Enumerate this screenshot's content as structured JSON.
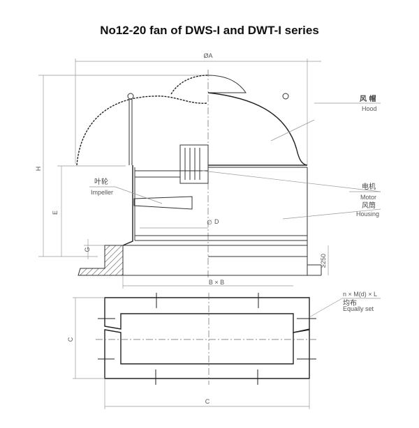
{
  "title": "No12-20 fan of DWS-I and DWT-I series",
  "dimensions": {
    "diameter_a": "ØA",
    "h": "H",
    "e": "E",
    "g": "G",
    "d": "D",
    "b_x_b": "B × B",
    "min_250": "≥250",
    "c_vertical": "C",
    "c_horizontal": "C"
  },
  "labels": {
    "hood_cn": "风 帽",
    "hood_en": "Hood",
    "motor_cn": "电机",
    "motor_en": "Motor",
    "housing_cn": "风筒",
    "housing_en": "Housing",
    "impeller_cn": "叶轮",
    "impeller_en": "Impeller",
    "bolts": "n × M(d) × L",
    "equally_cn": "均布",
    "equally_en": "Equally set"
  }
}
